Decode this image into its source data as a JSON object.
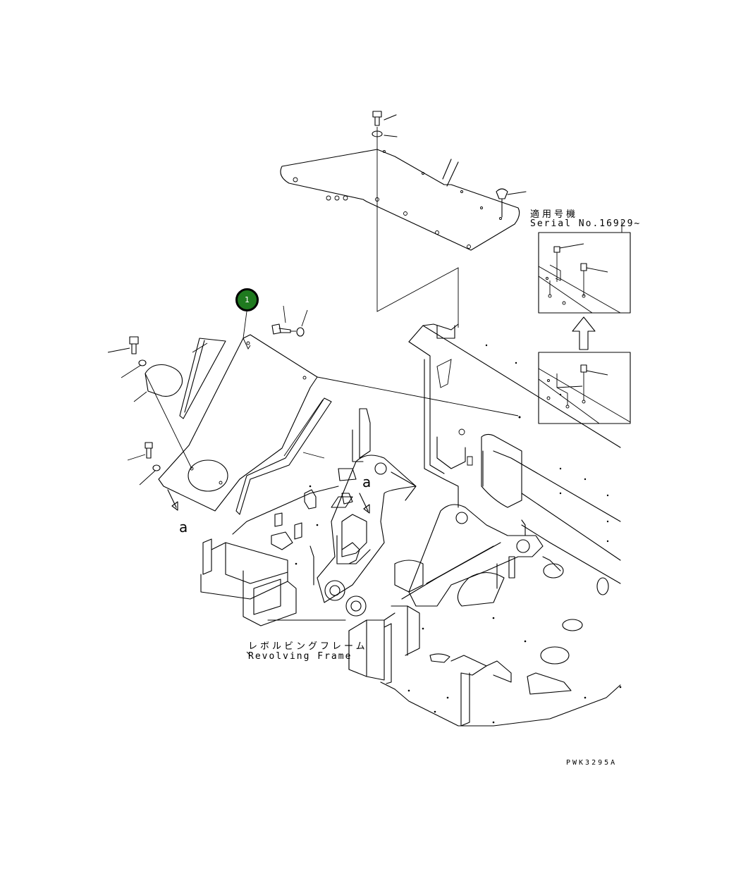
{
  "callout": {
    "label": "1",
    "color": "#1f7a1f"
  },
  "serial_note": {
    "japanese": "適用号機",
    "english": "Serial No.16929~"
  },
  "frame_label": {
    "japanese": "レボルビングフレーム",
    "english": "Revolving Frame"
  },
  "view_markers": [
    "a",
    "a"
  ],
  "drawing_code": "PWK3295A",
  "icons": {
    "arrow": "up-arrow-icon"
  }
}
